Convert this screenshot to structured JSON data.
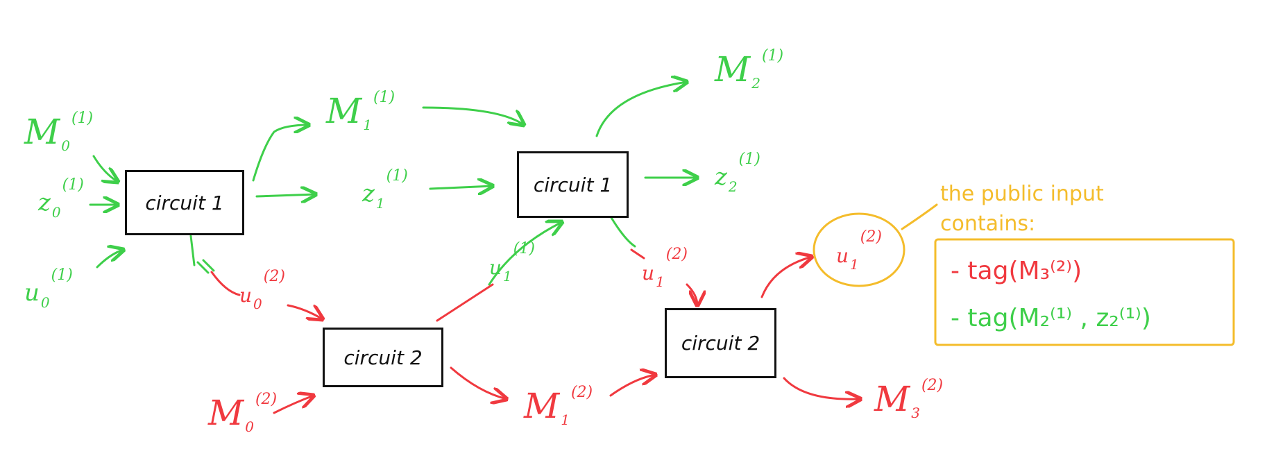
{
  "boxes": {
    "b1": "circuit 1",
    "b2": "circuit 1",
    "b3": "circuit 2",
    "b4": "circuit 2"
  },
  "labels": {
    "M0_1": {
      "base": "M",
      "sub": "0",
      "sup": "(1)"
    },
    "z0_1": {
      "base": "z",
      "sub": "0",
      "sup": "(1)"
    },
    "u0_1": {
      "base": "u",
      "sub": "0",
      "sup": "(1)"
    },
    "M1_1": {
      "base": "M",
      "sub": "1",
      "sup": "(1)"
    },
    "z1_1": {
      "base": "z",
      "sub": "1",
      "sup": "(1)"
    },
    "M2_1": {
      "base": "M",
      "sub": "2",
      "sup": "(1)"
    },
    "z2_1": {
      "base": "z",
      "sub": "2",
      "sup": "(1)"
    },
    "u0_2": {
      "base": "u",
      "sub": "0",
      "sup": "(2)"
    },
    "u1_1": {
      "base": "u",
      "sub": "1",
      "sup": "(1)"
    },
    "u1_2a": {
      "base": "u",
      "sub": "1",
      "sup": "(2)"
    },
    "M0_2": {
      "base": "M",
      "sub": "0",
      "sup": "(2)"
    },
    "M1_2": {
      "base": "M",
      "sub": "1",
      "sup": "(2)"
    },
    "u1_2b": {
      "base": "u",
      "sub": "1",
      "sup": "(2)"
    },
    "M3_2": {
      "base": "M",
      "sub": "3",
      "sup": "(2)"
    }
  },
  "note": {
    "line1": "the public input",
    "line2": "contains:",
    "item1": "- tag(M₃⁽²⁾)",
    "item2": "- tag(M₂⁽¹⁾ , z₂⁽¹⁾)"
  },
  "colors": {
    "green": "#3ecf4a",
    "red": "#f0393f",
    "yellow": "#f4bc2b",
    "black": "#111111"
  }
}
